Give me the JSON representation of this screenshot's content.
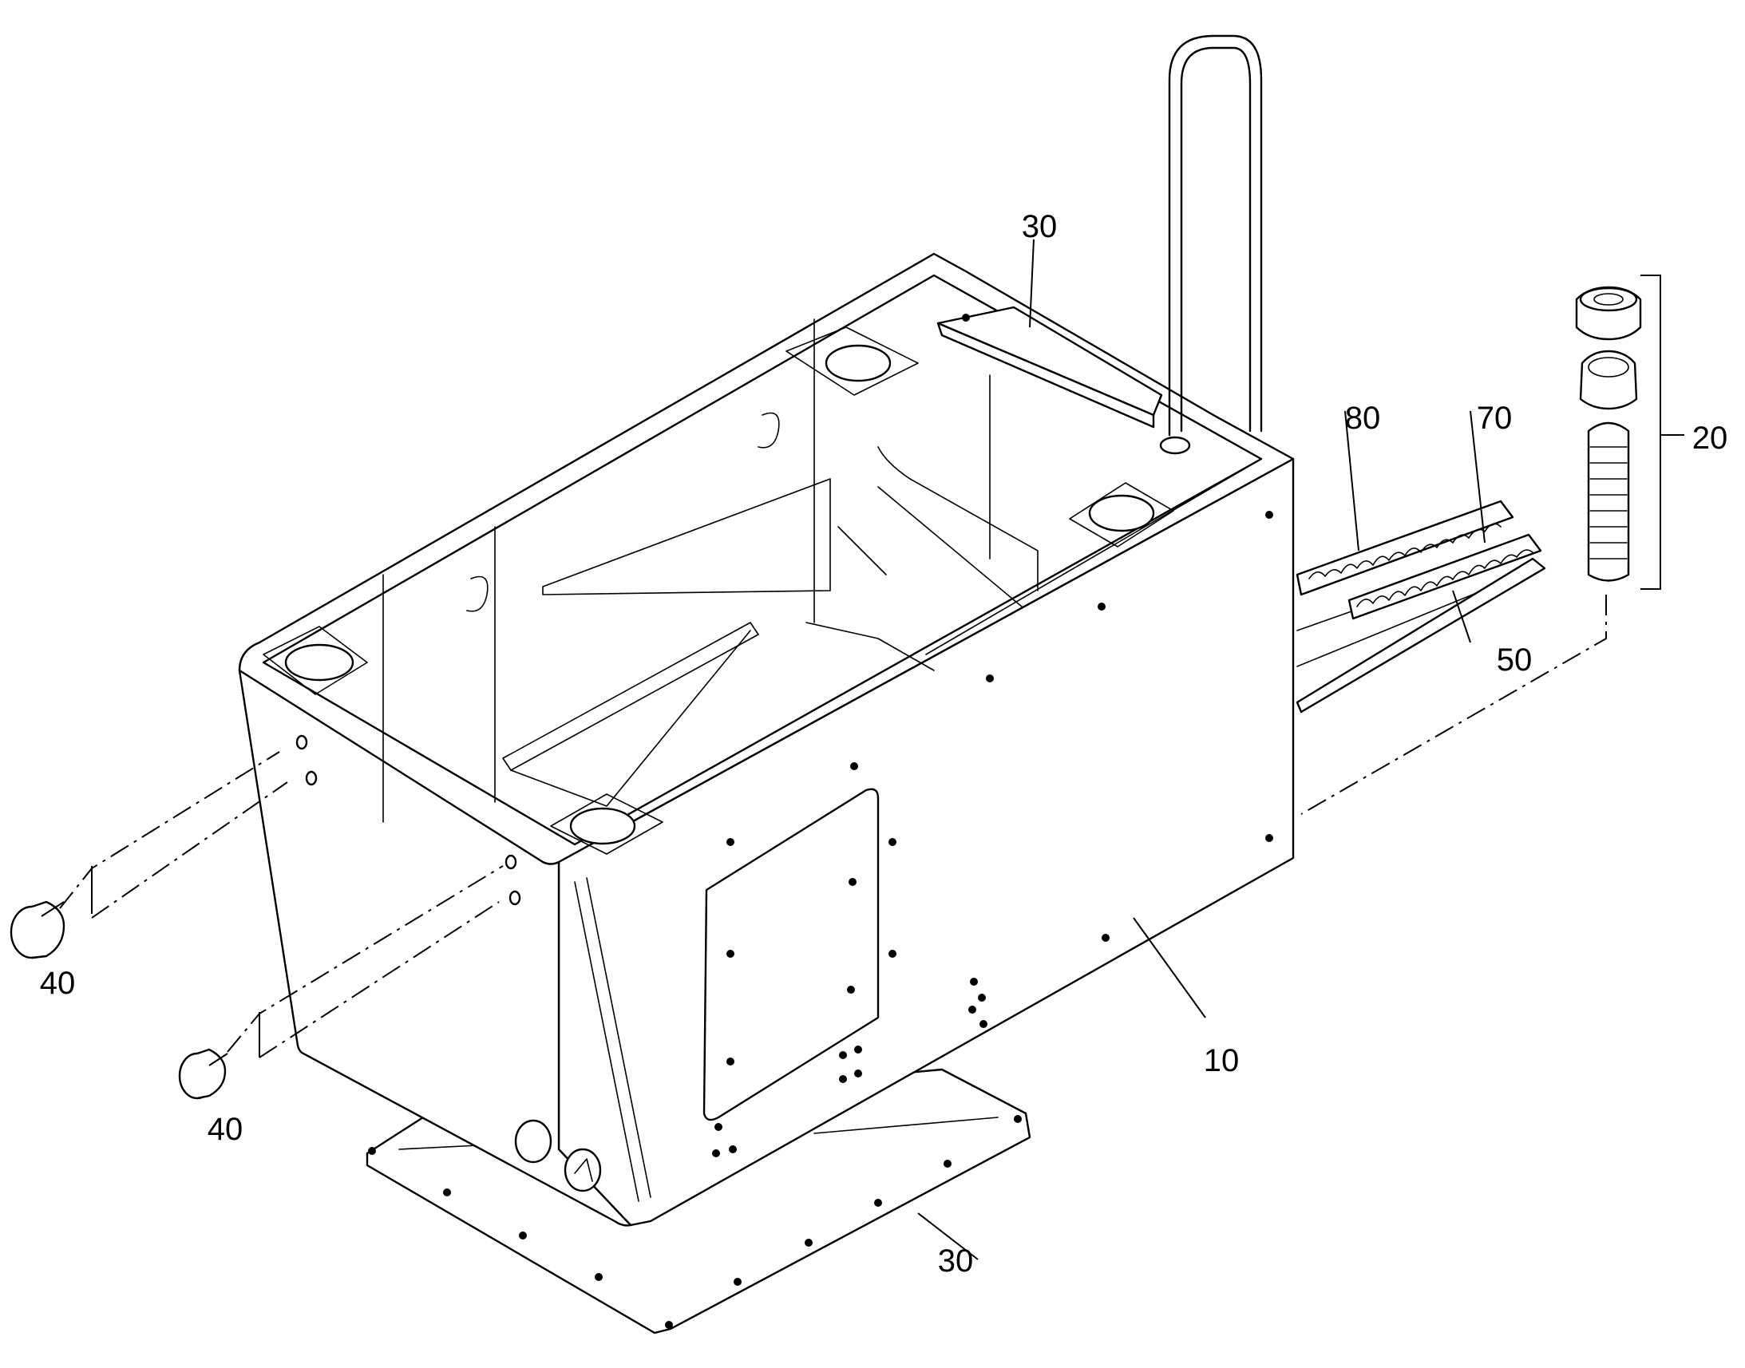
{
  "callouts": {
    "housing": "10",
    "stud_kit": "20",
    "cover_top": "30",
    "cover_bottom": "30",
    "plug_upper": "40",
    "plug_lower": "40",
    "strip_50": "50",
    "strip_70": "70",
    "strip_80": "80"
  }
}
